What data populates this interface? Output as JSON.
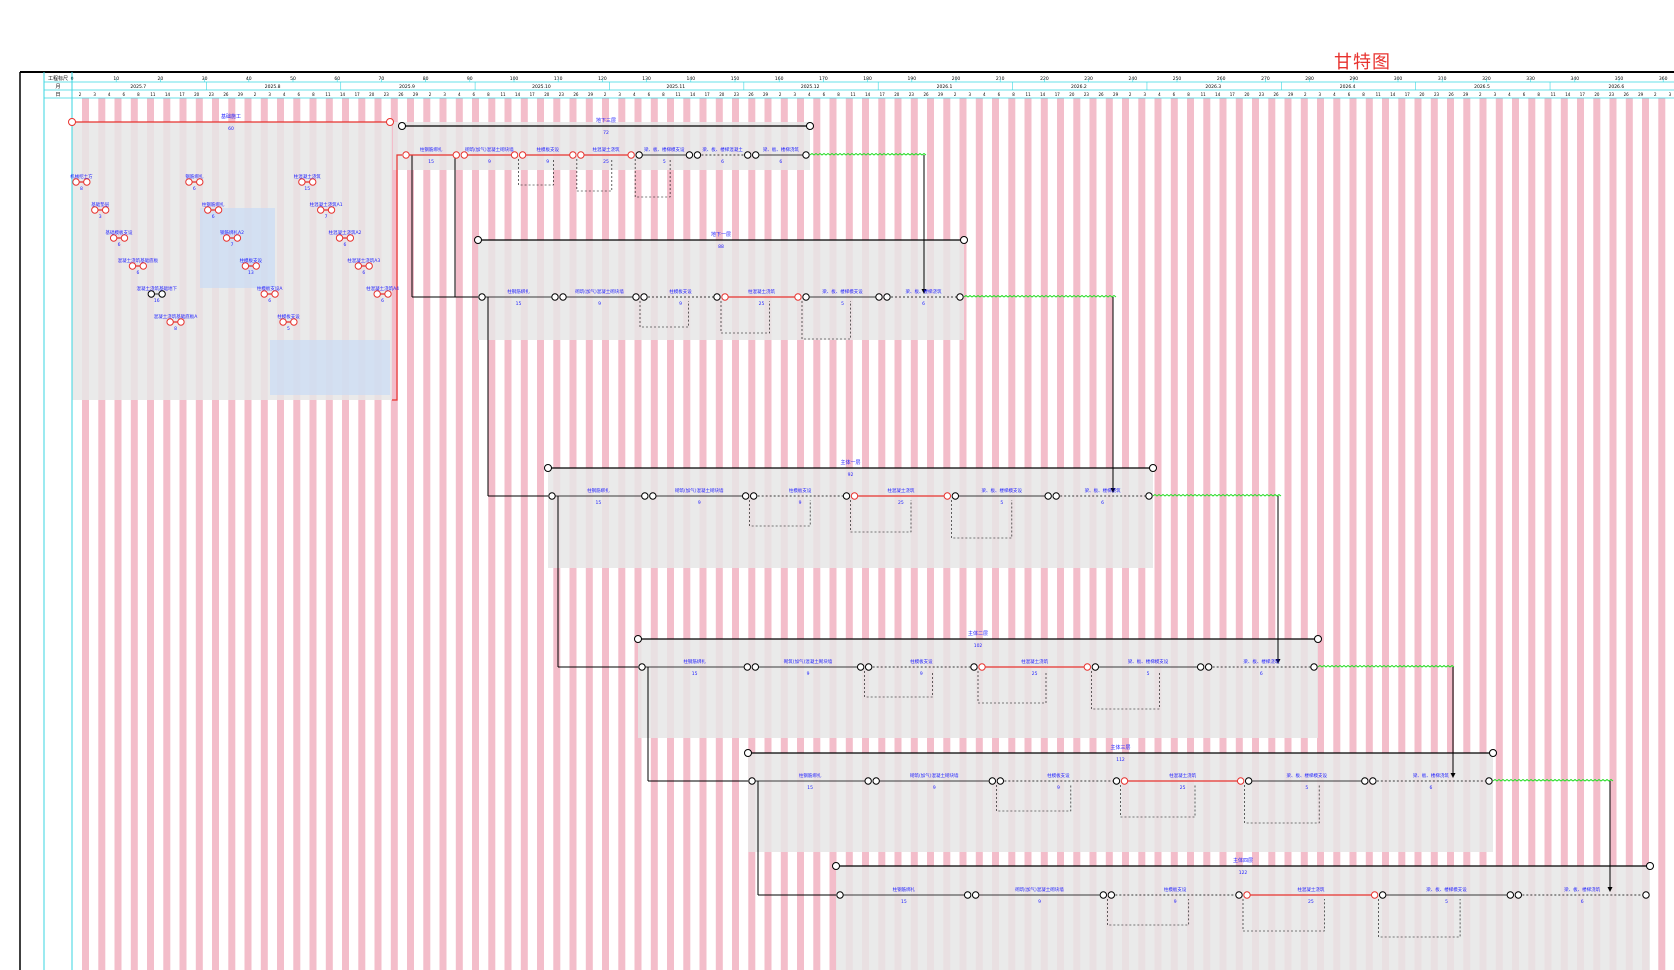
{
  "title": "甘特图",
  "colors": {
    "critical": "#e8332f",
    "normal": "#000000",
    "free_float": "#22dd22",
    "label": "#1a1aff",
    "stripe": "#f2b6c4",
    "zone": "#e6e6e6",
    "sub_zone": "#c9dcf5",
    "grid": "#39d6e0"
  },
  "timeline": {
    "row_labels": [
      "工程标尺",
      "月",
      "日"
    ],
    "ruler_start": "0",
    "ruler_ticks": [
      "10",
      "20",
      "30",
      "40",
      "50",
      "60",
      "70",
      "80",
      "90",
      "100",
      "110",
      "120",
      "130",
      "140",
      "150",
      "160",
      "170",
      "180",
      "190",
      "200",
      "210",
      "220",
      "230",
      "240",
      "250",
      "260",
      "270",
      "280",
      "290",
      "300",
      "310",
      "320",
      "330",
      "340",
      "350",
      "360"
    ],
    "months": [
      "2025.7",
      "2025.8",
      "2025.9",
      "2025.10",
      "2025.11",
      "2025.12",
      "2026.1",
      "2026.2",
      "2026.3",
      "2026.4",
      "2026.5",
      "2026.6"
    ]
  },
  "zones": [
    {
      "summary": {
        "name": "基础施工",
        "days": "60"
      },
      "tasks": [
        {
          "name": "机械挖土方",
          "days": "8",
          "critical": true
        },
        {
          "name": "基础垫层",
          "days": "3",
          "critical": true
        },
        {
          "name": "基础模板支设",
          "days": "6",
          "critical": true
        },
        {
          "name": "混凝土浇筑基础底板",
          "days": "6",
          "critical": true
        },
        {
          "name": "混凝土浇筑基础地下",
          "days": "16",
          "critical": false
        },
        {
          "name": "混凝土浇筑基础底板A",
          "days": "8",
          "critical": true
        },
        {
          "name": "钢筋绑扎",
          "days": "6",
          "critical": true
        },
        {
          "name": "柱钢筋绑扎",
          "days": "6",
          "critical": true
        },
        {
          "name": "钢筋绑扎A2",
          "days": "7",
          "critical": true
        },
        {
          "name": "柱模板支设",
          "days": "13",
          "critical": true
        },
        {
          "name": "柱模板支设A",
          "days": "6",
          "critical": true
        },
        {
          "name": "柱模板支设",
          "days": "5",
          "critical": true
        },
        {
          "name": "柱混凝土浇筑",
          "days": "15",
          "critical": true
        },
        {
          "name": "柱混凝土浇筑A1",
          "days": "7",
          "critical": true
        },
        {
          "name": "柱混凝土浇筑A2",
          "days": "6",
          "critical": true
        },
        {
          "name": "柱混凝土浇筑A3",
          "days": "6",
          "critical": true
        },
        {
          "name": "柱混凝土浇筑A4",
          "days": "6",
          "critical": true
        }
      ]
    },
    {
      "summary": {
        "name": "地下三层",
        "days": "72"
      },
      "tasks": [
        {
          "name": "柱钢筋绑扎",
          "days": "15",
          "critical": true
        },
        {
          "name": "砌筑(加气)混凝土砌块墙",
          "days": "9",
          "critical": true
        },
        {
          "name": "柱模板支设",
          "days": "9",
          "critical": true
        },
        {
          "name": "柱混凝土浇筑",
          "days": "25",
          "critical": true
        },
        {
          "name": "梁、板、楼梯模支设",
          "days": "5",
          "critical": false
        },
        {
          "name": "梁、板、楼梯混凝土",
          "days": "6",
          "critical": false
        },
        {
          "name": "梁、板、楼梯浇筑",
          "days": "6",
          "critical": false
        }
      ]
    },
    {
      "summary": {
        "name": "地下一层",
        "days": "88"
      },
      "tasks": [
        {
          "name": "柱钢筋绑扎",
          "days": "15",
          "critical": false
        },
        {
          "name": "砌筑(加气)混凝土砌块墙",
          "days": "9",
          "critical": false
        },
        {
          "name": "柱模板支设",
          "days": "9",
          "critical": false
        },
        {
          "name": "柱混凝土浇筑",
          "days": "25",
          "critical": true
        },
        {
          "name": "梁、板、楼梯模支设",
          "days": "5",
          "critical": false
        },
        {
          "name": "梁、板、楼梯浇筑",
          "days": "6",
          "critical": false
        }
      ]
    },
    {
      "summary": {
        "name": "主体一层",
        "days": "92"
      },
      "tasks": [
        {
          "name": "柱钢筋绑扎",
          "days": "15",
          "critical": false
        },
        {
          "name": "砌筑(加气)混凝土砌块墙",
          "days": "9",
          "critical": false
        },
        {
          "name": "柱模板支设",
          "days": "9",
          "critical": false
        },
        {
          "name": "柱混凝土浇筑",
          "days": "25",
          "critical": true
        },
        {
          "name": "梁、板、楼梯模支设",
          "days": "5",
          "critical": false
        },
        {
          "name": "梁、板、楼梯浇筑",
          "days": "6",
          "critical": false
        }
      ]
    },
    {
      "summary": {
        "name": "主体二层",
        "days": "102"
      },
      "tasks": [
        {
          "name": "柱钢筋绑扎",
          "days": "15",
          "critical": false
        },
        {
          "name": "砌筑(加气)混凝土砌块墙",
          "days": "9",
          "critical": false
        },
        {
          "name": "柱模板支设",
          "days": "9",
          "critical": false
        },
        {
          "name": "柱混凝土浇筑",
          "days": "25",
          "critical": true
        },
        {
          "name": "梁、板、楼梯模支设",
          "days": "5",
          "critical": false
        },
        {
          "name": "梁、板、楼梯浇筑",
          "days": "6",
          "critical": false
        }
      ]
    },
    {
      "summary": {
        "name": "主体三层",
        "days": "112"
      },
      "tasks": [
        {
          "name": "柱钢筋绑扎",
          "days": "15",
          "critical": false
        },
        {
          "name": "砌筑(加气)混凝土砌块墙",
          "days": "9",
          "critical": false
        },
        {
          "name": "柱模板支设",
          "days": "9",
          "critical": false
        },
        {
          "name": "柱混凝土浇筑",
          "days": "25",
          "critical": true
        },
        {
          "name": "梁、板、楼梯模支设",
          "days": "5",
          "critical": false
        },
        {
          "name": "梁、板、楼梯浇筑",
          "days": "6",
          "critical": false
        }
      ]
    },
    {
      "summary": {
        "name": "主体四层",
        "days": "122"
      },
      "tasks": [
        {
          "name": "柱钢筋绑扎",
          "days": "15",
          "critical": false
        },
        {
          "name": "砌筑(加气)混凝土砌块墙",
          "days": "9",
          "critical": false
        },
        {
          "name": "柱模板支设",
          "days": "9",
          "critical": false
        },
        {
          "name": "柱混凝土浇筑",
          "days": "25",
          "critical": true
        },
        {
          "name": "梁、板、楼梯模支设",
          "days": "5",
          "critical": false
        },
        {
          "name": "梁、板、楼梯浇筑",
          "days": "6",
          "critical": false
        }
      ]
    }
  ]
}
